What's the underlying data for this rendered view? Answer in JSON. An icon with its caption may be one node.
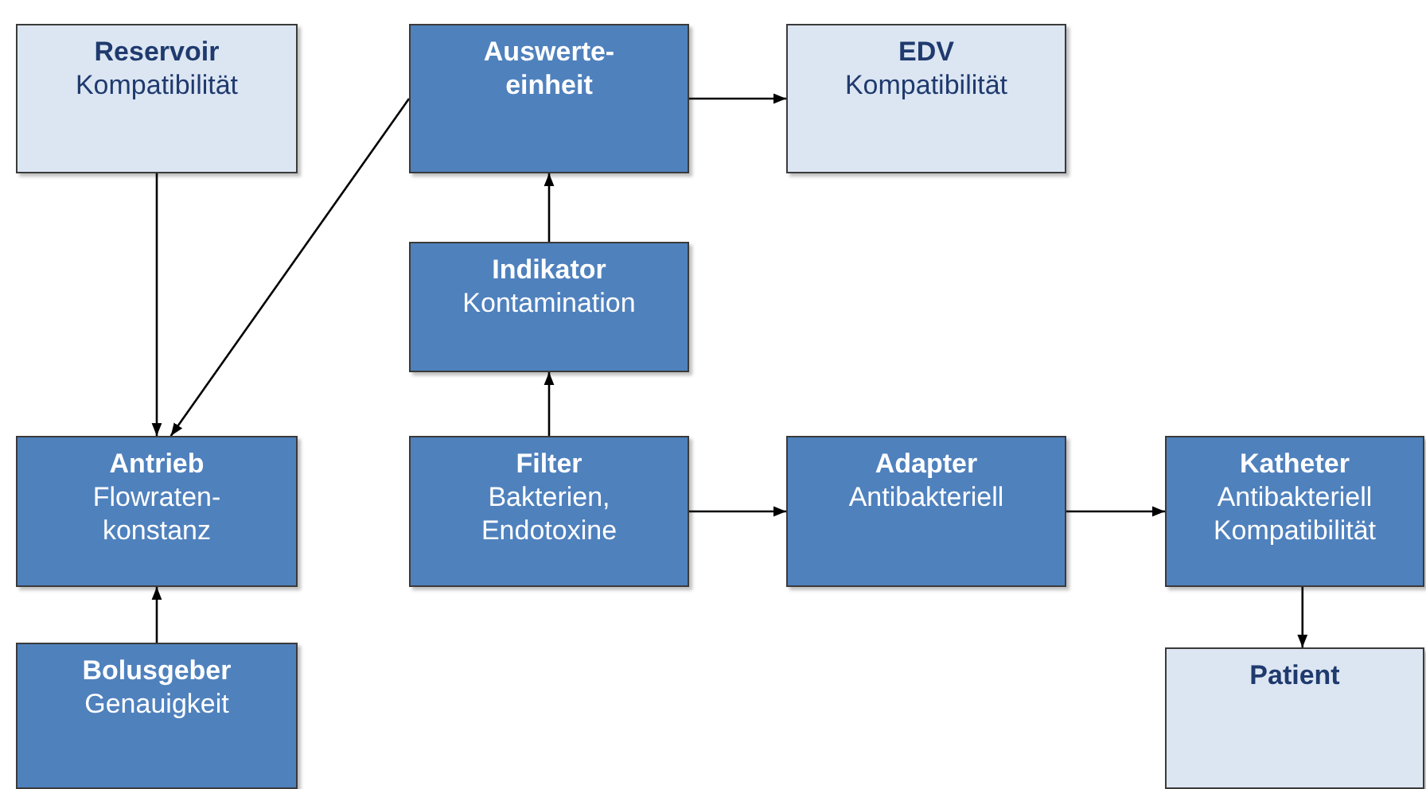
{
  "diagram": {
    "nodes": [
      {
        "text": [
          "Reservoir",
          "Kompatibilität"
        ]
      },
      {
        "text": [
          "Auswerte- einheit"
        ]
      },
      {
        "text": [
          "EDV",
          "Kompatibilität"
        ]
      },
      {
        "text": [
          "Indikator",
          "Kontamination"
        ]
      },
      {
        "text": [
          "Antrieb",
          "Flowraten- konstanz"
        ]
      },
      {
        "text": [
          "Filter",
          "Bakterien, Endotoxine"
        ]
      },
      {
        "text": [
          "Adapter",
          "Antibakteriell"
        ]
      },
      {
        "text": [
          "Katheter",
          "Antibakteriell Kompatibilität"
        ]
      },
      {
        "text": [
          "Bolusgeber",
          "Genauigkeit"
        ]
      },
      {
        "text": [
          "Patient"
        ]
      }
    ],
    "edges": [
      {
        "from": 0,
        "to": 4,
        "arrow": "to"
      },
      {
        "from": 1,
        "to": 4,
        "arrow": "to"
      },
      {
        "from": 1,
        "to": 2,
        "arrow": "to"
      },
      {
        "from": 3,
        "to": 1,
        "arrow": "to"
      },
      {
        "from": 5,
        "to": 3,
        "arrow": "to"
      },
      {
        "from": 5,
        "to": 6,
        "arrow": "to"
      },
      {
        "from": 6,
        "to": 7,
        "arrow": "to"
      },
      {
        "from": 7,
        "to": 9,
        "arrow": "to"
      },
      {
        "from": 8,
        "to": 4,
        "arrow": "to"
      }
    ]
  }
}
